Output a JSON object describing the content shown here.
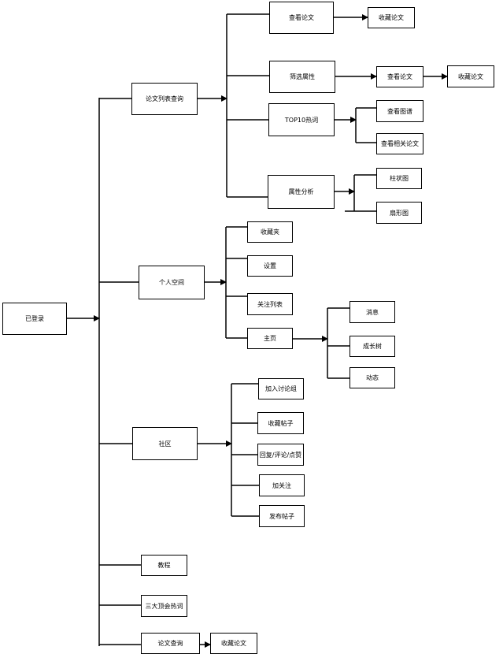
{
  "nodes": {
    "logged_in": "已登录",
    "paper_list_query": "论文列表查询",
    "view_paper_1": "查看论文",
    "collect_paper_1": "收藏论文",
    "filter_attribute": "筛选属性",
    "view_paper_2": "查看论文",
    "collect_paper_2": "收藏论文",
    "top10_hot_words": "TOP10热词",
    "view_chart": "查看图谱",
    "view_related_papers": "查看相关论文",
    "attribute_analysis": "属性分析",
    "bar_chart": "柱状图",
    "pie_chart": "扇形图",
    "personal_space": "个人空间",
    "favorites": "收藏夹",
    "settings": "设置",
    "following_list": "关注列表",
    "homepage": "主页",
    "messages": "消息",
    "growth_tree": "成长树",
    "activity": "动态",
    "community": "社区",
    "join_discussion_group": "加入讨论组",
    "collect_post": "收藏帖子",
    "reply_comment_like": "回复/评论/点赞",
    "add_follow": "加关注",
    "publish_post": "发布帖子",
    "tutorial": "教程",
    "three_conference_hot_words": "三大顶会热词",
    "paper_query": "论文查询",
    "collect_paper_3": "收藏论文"
  }
}
